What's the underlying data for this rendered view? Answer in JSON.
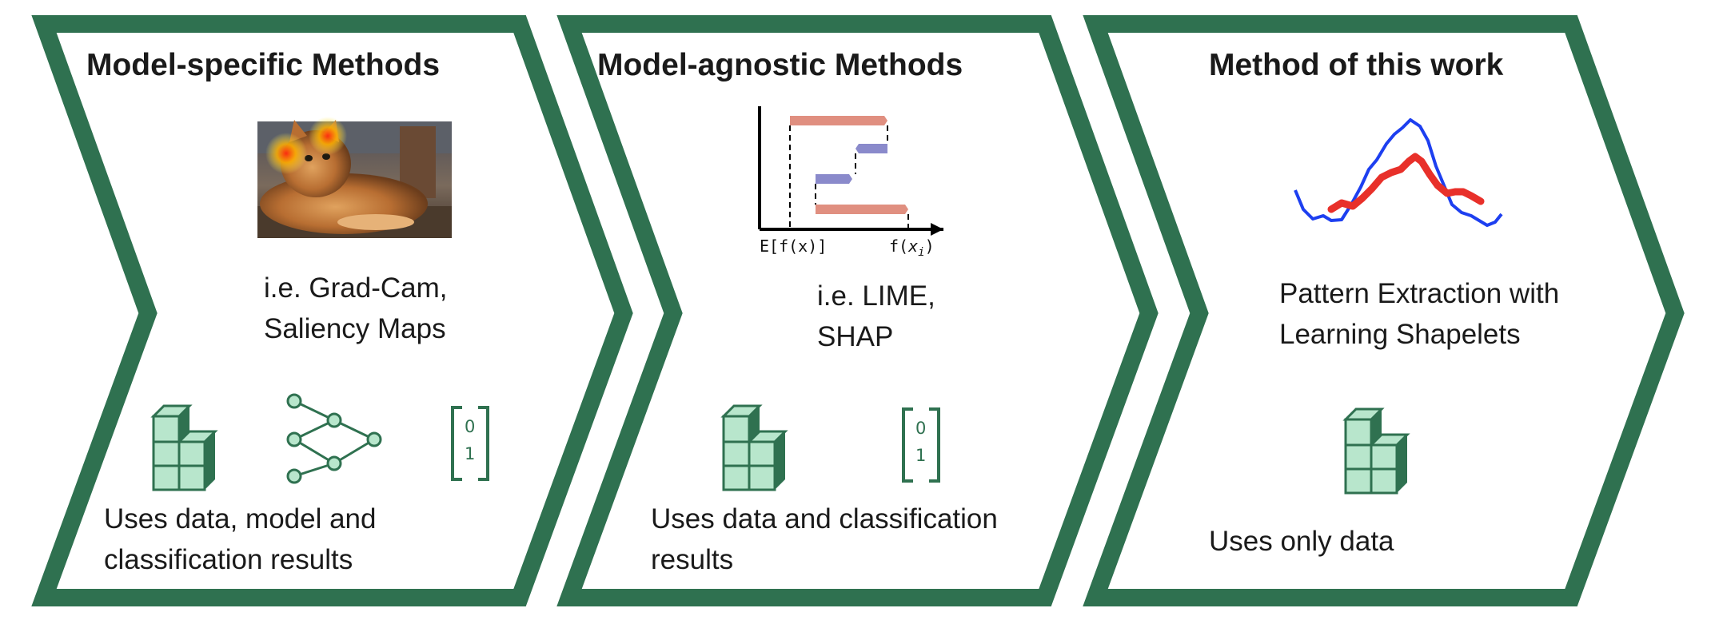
{
  "colors": {
    "chevron_stroke": "#2f7150",
    "icon_fill": "#b8e6cc",
    "icon_stroke": "#2f7150",
    "bar_salmon": "#e08f80",
    "bar_blue": "#8a8acb",
    "shapelet_blue": "#1d3ff0",
    "shapelet_red": "#e8302a"
  },
  "panels": [
    {
      "title": "Model-specific Methods",
      "example": "i.e. Grad-Cam,\nSaliency Maps",
      "uses": "Uses data, model and\nclassification results",
      "illustration": "cat-saliency-photo",
      "icons": [
        "data-cubes-icon",
        "neural-network-icon",
        "classification-vector-icon"
      ]
    },
    {
      "title": "Model-agnostic Methods",
      "example": "i.e. LIME,\nSHAP",
      "uses": "Uses data and classification\nresults",
      "illustration": "shap-waterfall-chart",
      "chart_axis": {
        "left_label": "E[f(x)]",
        "right_label": "f(x_i)"
      },
      "icons": [
        "data-cubes-icon",
        "classification-vector-icon"
      ]
    },
    {
      "title": "Method of this work",
      "example": "Pattern Extraction with\nLearning Shapelets",
      "uses": "Uses only data",
      "illustration": "shapelet-time-series",
      "icons": [
        "data-cubes-icon"
      ]
    }
  ],
  "vector_values": [
    "0",
    "1"
  ]
}
